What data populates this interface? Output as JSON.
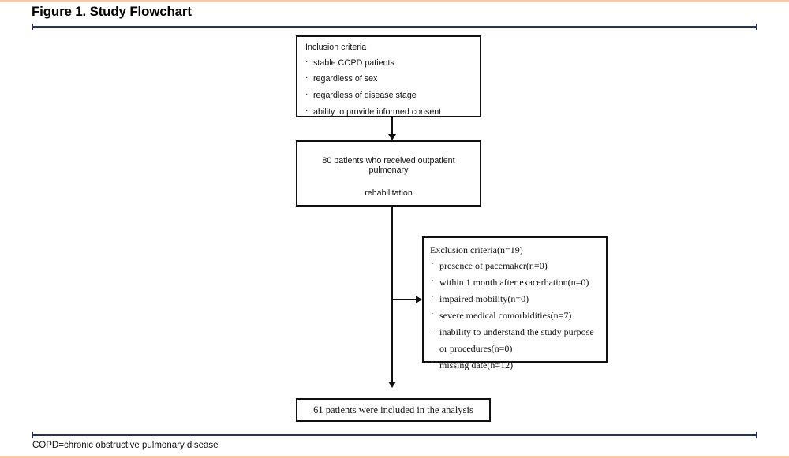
{
  "figure": {
    "title": "Figure 1. Study Flowchart",
    "footnote": "COPD=chronic obstructive pulmonary disease",
    "rule_color": "#27355c",
    "page_border_color": "#f6c9ab",
    "line_color": "#111111"
  },
  "flow": {
    "inclusion": {
      "heading": "Inclusion criteria",
      "bullet": "·",
      "items": [
        "stable COPD patients",
        "regardless of sex",
        "regardless of disease stage",
        "ability to provide informed consent"
      ]
    },
    "enrolled": {
      "line1": "80 patients who received outpatient pulmonary",
      "line2": "rehabilitation",
      "count": 80
    },
    "exclusion": {
      "heading": "Exclusion criteria(n=19)",
      "bullet": "·",
      "total": 19,
      "items": [
        {
          "label": "presence of pacemaker(n=0)",
          "n": 0
        },
        {
          "label": "within 1 month after exacerbation(n=0)",
          "n": 0
        },
        {
          "label": "impaired mobility(n=0)",
          "n": 0
        },
        {
          "label": "severe medical comorbidities(n=7)",
          "n": 7
        },
        {
          "label": "inability to understand the study purpose",
          "continuation": "or procedures(n=0)",
          "n": 0
        },
        {
          "label": "missing date(n=12)",
          "n": 12
        }
      ]
    },
    "final": {
      "text": "61 patients were included in the analysis",
      "count": 61
    }
  }
}
